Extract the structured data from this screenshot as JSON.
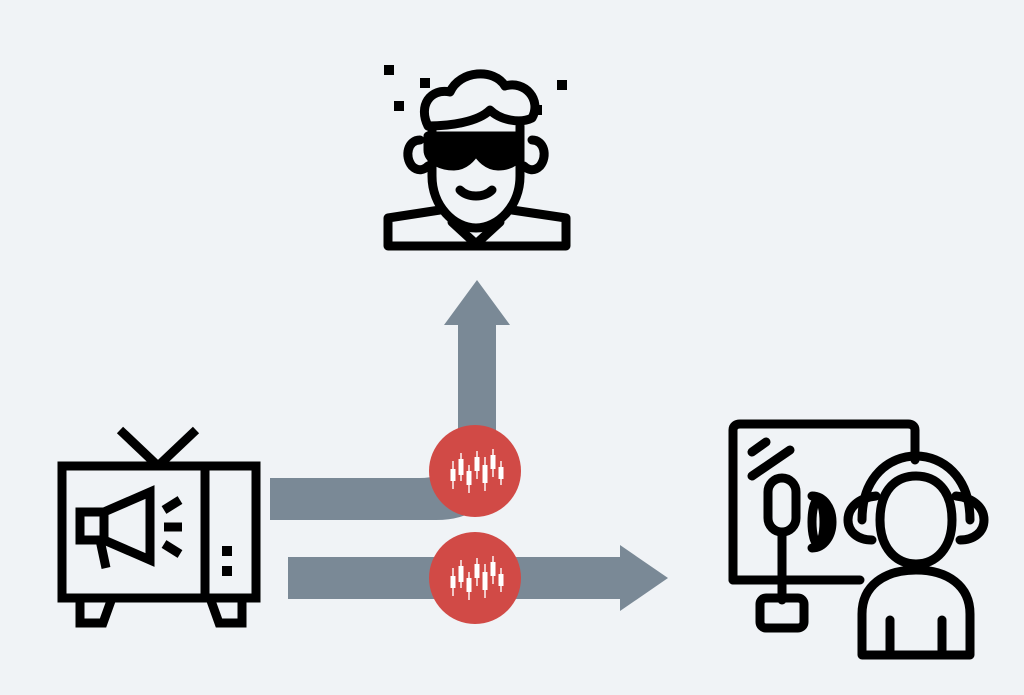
{
  "colors": {
    "background": "#f0f3f6",
    "arrow": "#7a8996",
    "badge": "#d14a46",
    "badge_mark": "#ffffff",
    "icon": "#000000"
  },
  "nodes": [
    {
      "id": "tv",
      "icon": "tv-megaphone-icon",
      "label": ""
    },
    {
      "id": "viewer",
      "icon": "person-with-glasses-icon",
      "label": ""
    },
    {
      "id": "broadcaster",
      "icon": "podcaster-at-monitor-icon",
      "label": ""
    }
  ],
  "edges": [
    {
      "from": "tv",
      "to": "viewer",
      "badge": "candlestick-chart-icon"
    },
    {
      "from": "tv",
      "to": "broadcaster",
      "badge": "candlestick-chart-icon"
    }
  ]
}
